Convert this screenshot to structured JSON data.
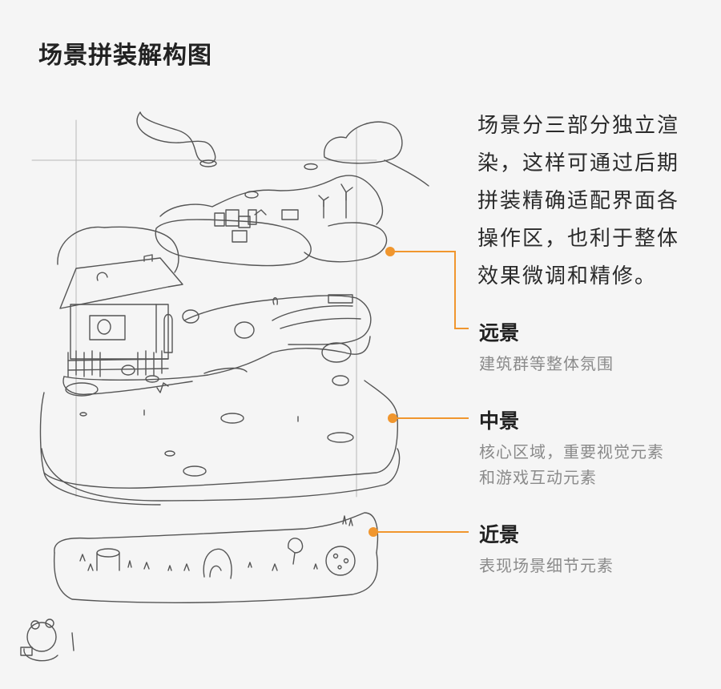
{
  "title": "场景拼装解构图",
  "description": "场景分三部分独立渲染，这样可通过后期拼装精确适配界面各操作区，也利于整体效果微调和精修。",
  "layers": [
    {
      "name": "远景",
      "detail": "建筑群等整体氛围"
    },
    {
      "name": "中景",
      "detail": "核心区域，重要视觉元素和游戏互动元素"
    },
    {
      "name": "近景",
      "detail": "表现场景细节元素"
    }
  ],
  "colors": {
    "accent": "#f0962e",
    "sketch": "#555555",
    "background": "#f5f5f5"
  }
}
